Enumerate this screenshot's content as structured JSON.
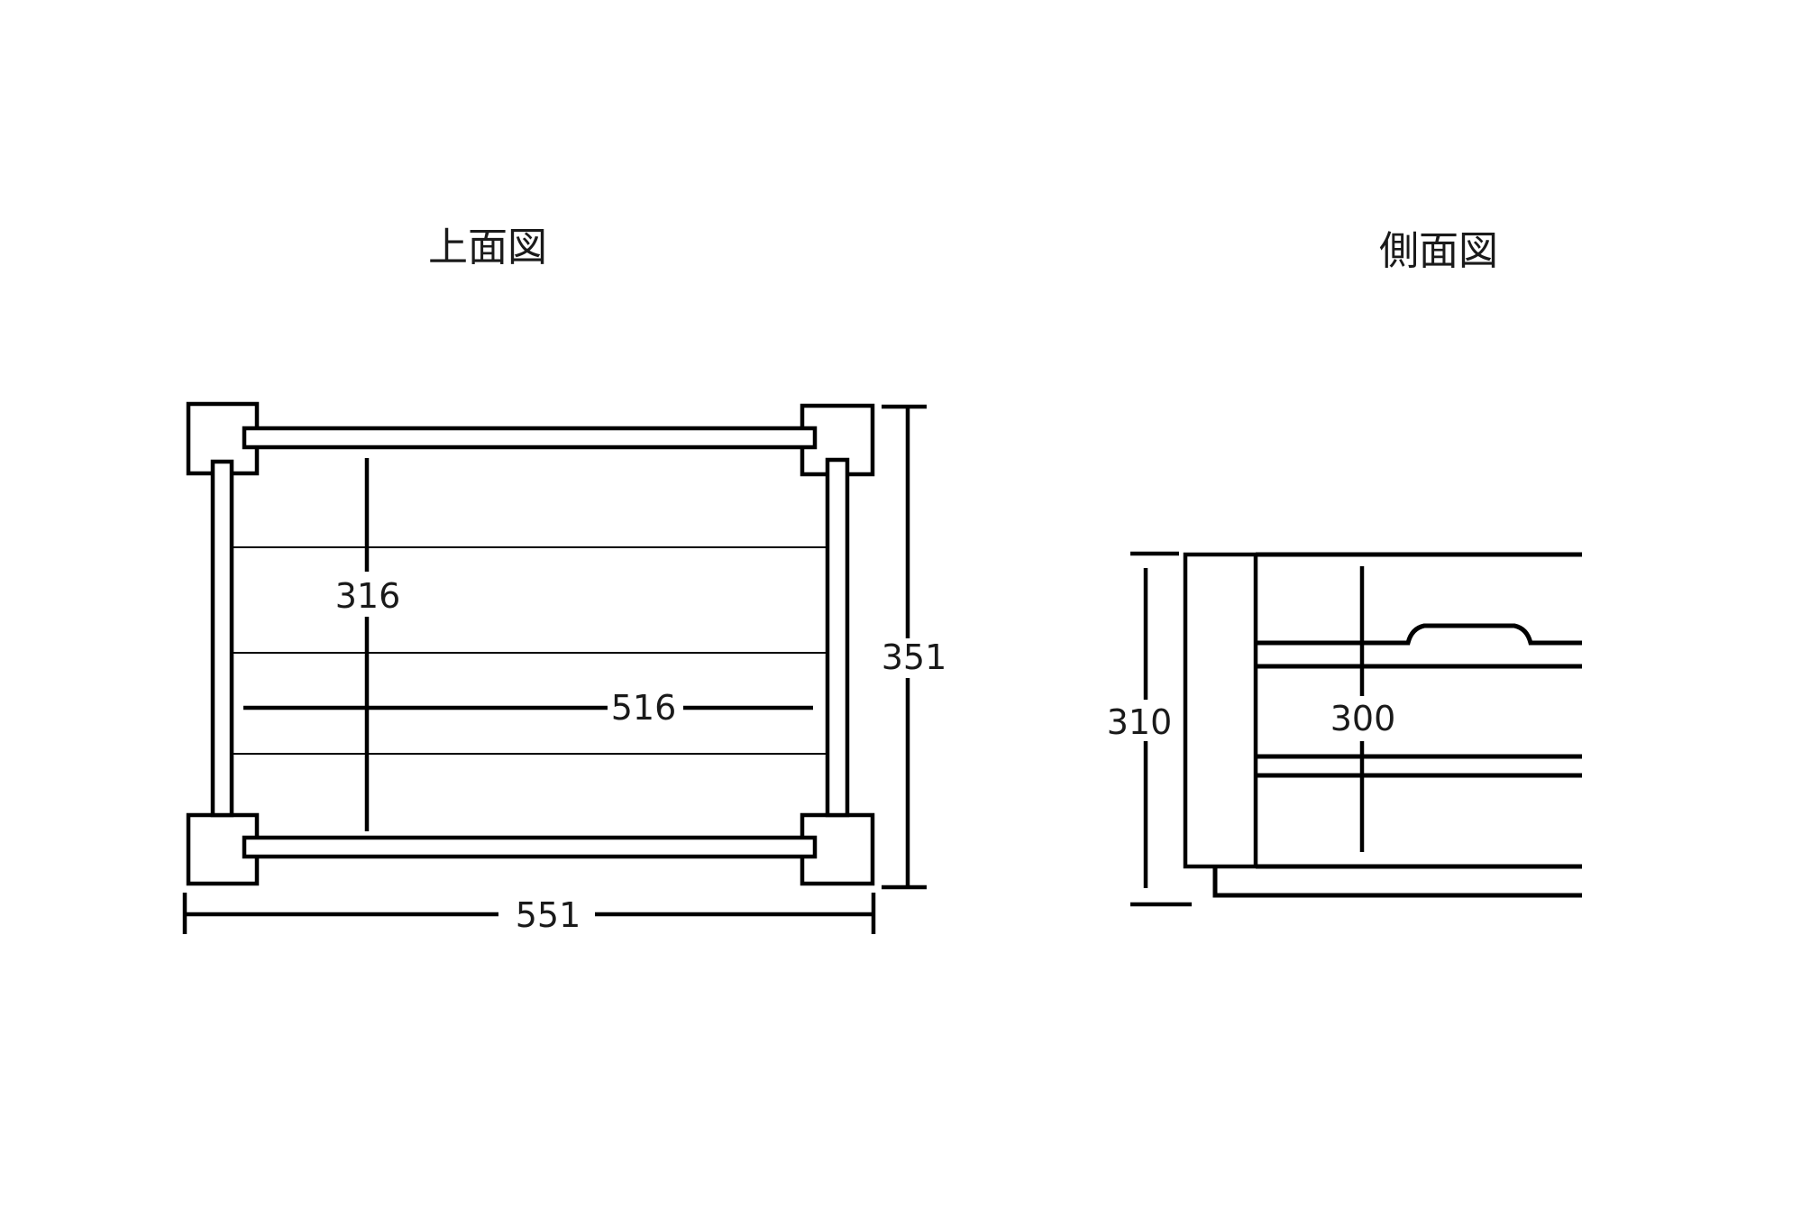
{
  "top_view": {
    "title": "上面図",
    "dims": {
      "depth_inner": "316",
      "width_inner": "516",
      "depth_outer": "351",
      "width_outer": "551"
    }
  },
  "side_view": {
    "title": "側面図",
    "dims": {
      "height_outer": "310",
      "height_inner": "300"
    }
  },
  "colors": {
    "line": "#000000",
    "background": "#ffffff"
  }
}
